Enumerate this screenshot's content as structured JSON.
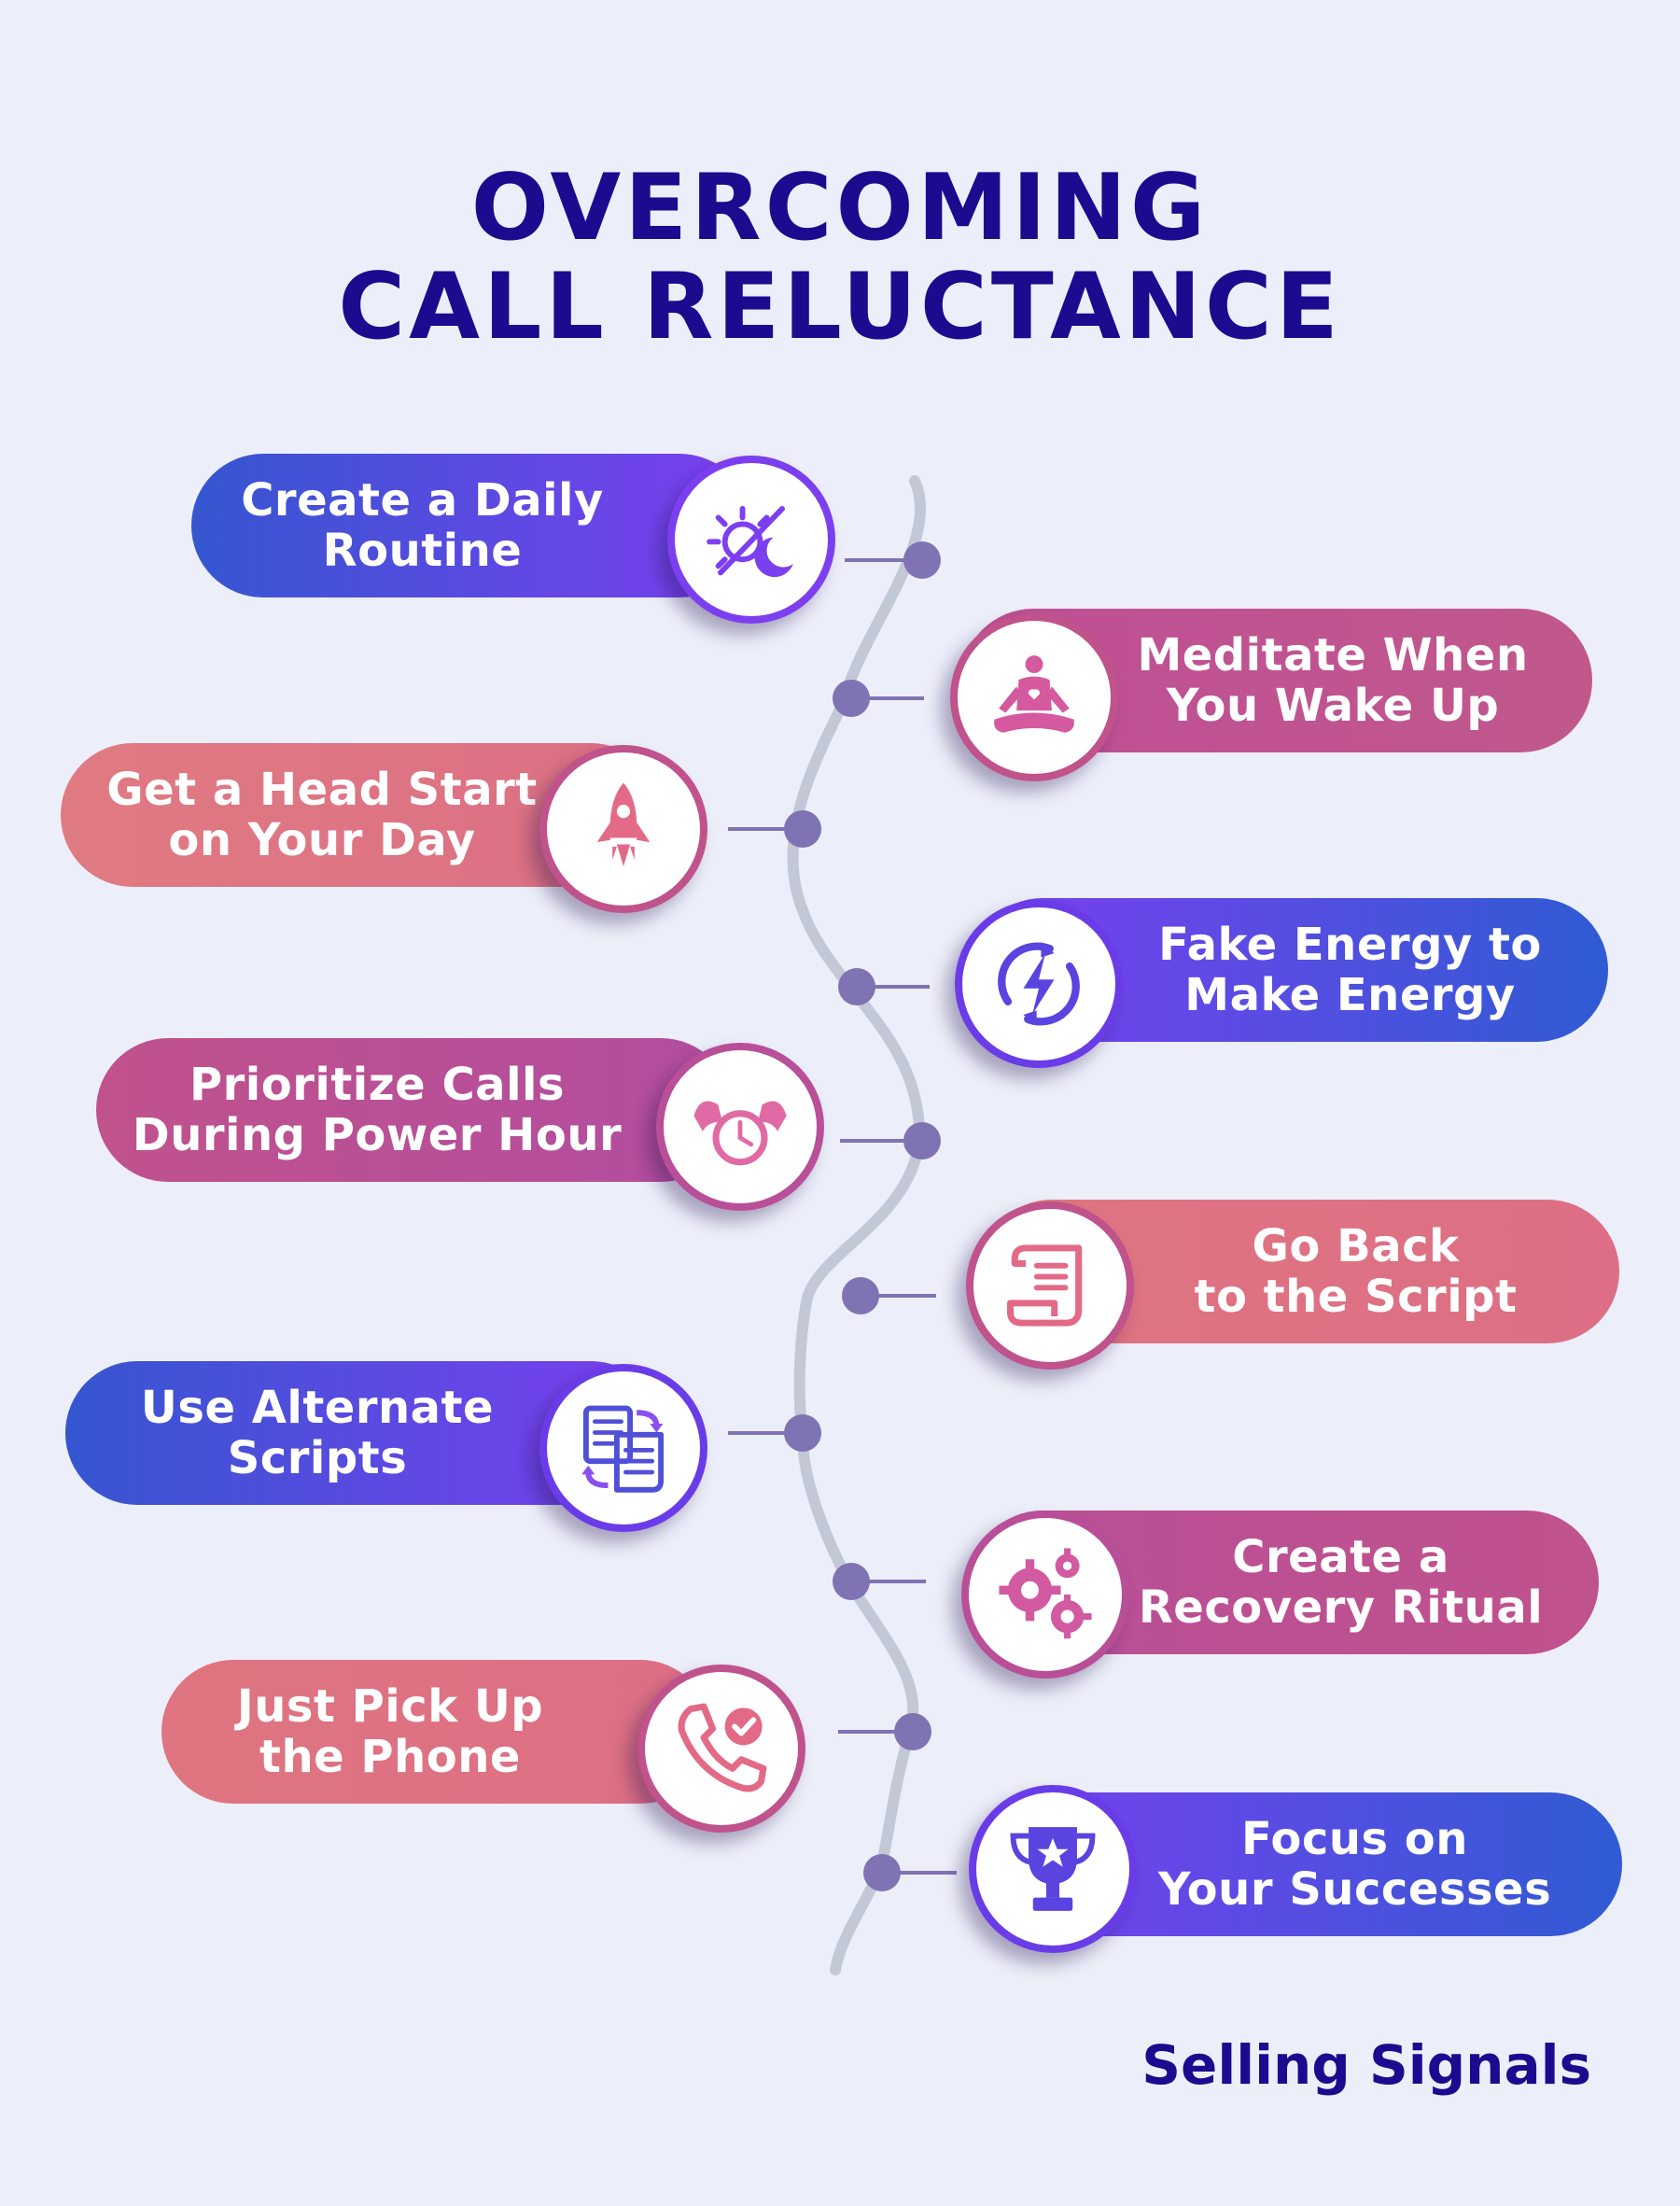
{
  "title": {
    "line1": "OVERCOMING",
    "line2": "CALL RELUCTANCE"
  },
  "colors": {
    "title": "#1c0a8f",
    "blue": "#2f5bd3",
    "purple": "#7a3ff0",
    "magenta": "#c0528c",
    "pink": "#df7580",
    "spine": "#c2c8d6",
    "dot": "#7f73b3"
  },
  "steps": [
    {
      "label": "Create a Daily\nRoutine",
      "icon": "sun-moon-icon",
      "side": "left"
    },
    {
      "label": "Meditate When\nYou Wake Up",
      "icon": "meditation-icon",
      "side": "right"
    },
    {
      "label": "Get a Head Start\non Your Day",
      "icon": "rocket-icon",
      "side": "left"
    },
    {
      "label": "Fake Energy to\nMake Energy",
      "icon": "energy-bolt-icon",
      "side": "right"
    },
    {
      "label": "Prioritize Calls\nDuring Power Hour",
      "icon": "muscle-clock-icon",
      "side": "left"
    },
    {
      "label": "Go Back\nto the Script",
      "icon": "scroll-icon",
      "side": "right"
    },
    {
      "label": "Use Alternate\nScripts",
      "icon": "alternate-scripts-icon",
      "side": "left"
    },
    {
      "label": "Create a\nRecovery Ritual",
      "icon": "gears-icon",
      "side": "right"
    },
    {
      "label": "Just Pick Up\nthe Phone",
      "icon": "phone-check-icon",
      "side": "left"
    },
    {
      "label": "Focus on\nYour Successes",
      "icon": "trophy-icon",
      "side": "right"
    }
  ],
  "footer": "Selling Signals"
}
